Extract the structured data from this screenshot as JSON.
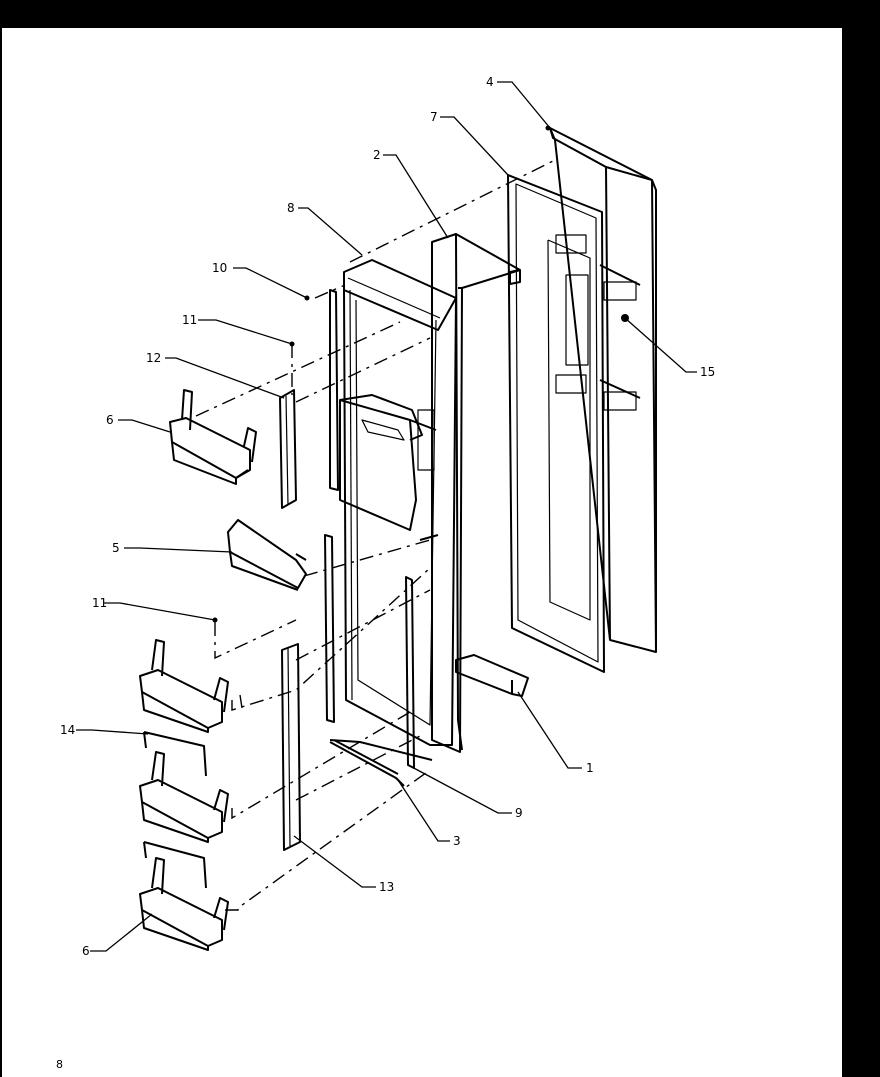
{
  "page_number": "8",
  "callouts": {
    "c1": "1",
    "c2": "2",
    "c3": "3",
    "c4": "4",
    "c5": "5",
    "c6_top": "6",
    "c6_bottom": "6",
    "c7": "7",
    "c8": "8",
    "c9": "9",
    "c10": "10",
    "c11_top": "11",
    "c11_mid": "11",
    "c12": "12",
    "c13": "13",
    "c14": "14",
    "c15": "15"
  }
}
